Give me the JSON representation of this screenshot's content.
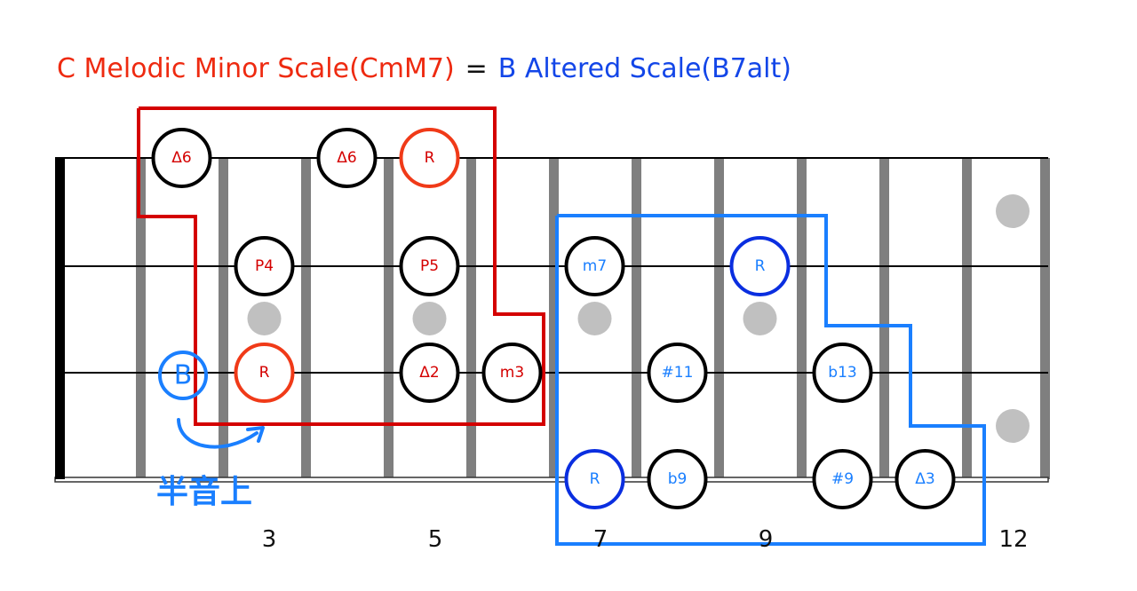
{
  "title": {
    "left": "C Melodic Minor Scale(CmM7)",
    "equals": "=",
    "right": "B Altered Scale(B7alt)"
  },
  "colors": {
    "red_title": "#ee2a10",
    "blue_title": "#1346e8",
    "red_box": "#d40000",
    "blue_box": "#1a7fff",
    "red_text": "#d40000",
    "blue_text": "#1a7fff",
    "root_red_ring": "#f03a18",
    "root_blue_ring": "#0a2ee0",
    "fret": "#7f7f7f",
    "inlay": "#c0c0c0"
  },
  "fret_numbers": [
    "3",
    "5",
    "7",
    "9",
    "12"
  ],
  "annotation": {
    "circled_note": "B",
    "handwritten": "半音上"
  },
  "notes": [
    {
      "string": 1,
      "fret": 2,
      "label": "Δ6",
      "text_color": "red",
      "ring": "black"
    },
    {
      "string": 1,
      "fret": 4,
      "label": "Δ6",
      "text_color": "red",
      "ring": "black"
    },
    {
      "string": 1,
      "fret": 5,
      "label": "R",
      "text_color": "red",
      "ring": "red"
    },
    {
      "string": 2,
      "fret": 3,
      "label": "P4",
      "text_color": "red",
      "ring": "black"
    },
    {
      "string": 2,
      "fret": 5,
      "label": "P5",
      "text_color": "red",
      "ring": "black"
    },
    {
      "string": 2,
      "fret": 7,
      "label": "m7",
      "text_color": "blue",
      "ring": "black"
    },
    {
      "string": 2,
      "fret": 9,
      "label": "R",
      "text_color": "blue",
      "ring": "blue"
    },
    {
      "string": 3,
      "fret": 3,
      "label": "R",
      "text_color": "red",
      "ring": "red"
    },
    {
      "string": 3,
      "fret": 5,
      "label": "Δ2",
      "text_color": "red",
      "ring": "black"
    },
    {
      "string": 3,
      "fret": 6,
      "label": "m3",
      "text_color": "red",
      "ring": "black"
    },
    {
      "string": 3,
      "fret": 8,
      "label": "#11",
      "text_color": "blue",
      "ring": "black"
    },
    {
      "string": 3,
      "fret": 10,
      "label": "b13",
      "text_color": "blue",
      "ring": "black"
    },
    {
      "string": 4,
      "fret": 7,
      "label": "R",
      "text_color": "blue",
      "ring": "blue"
    },
    {
      "string": 4,
      "fret": 8,
      "label": "b9",
      "text_color": "blue",
      "ring": "black"
    },
    {
      "string": 4,
      "fret": 10,
      "label": "#9",
      "text_color": "blue",
      "ring": "black"
    },
    {
      "string": 4,
      "fret": 11,
      "label": "Δ3",
      "text_color": "blue",
      "ring": "black"
    }
  ]
}
